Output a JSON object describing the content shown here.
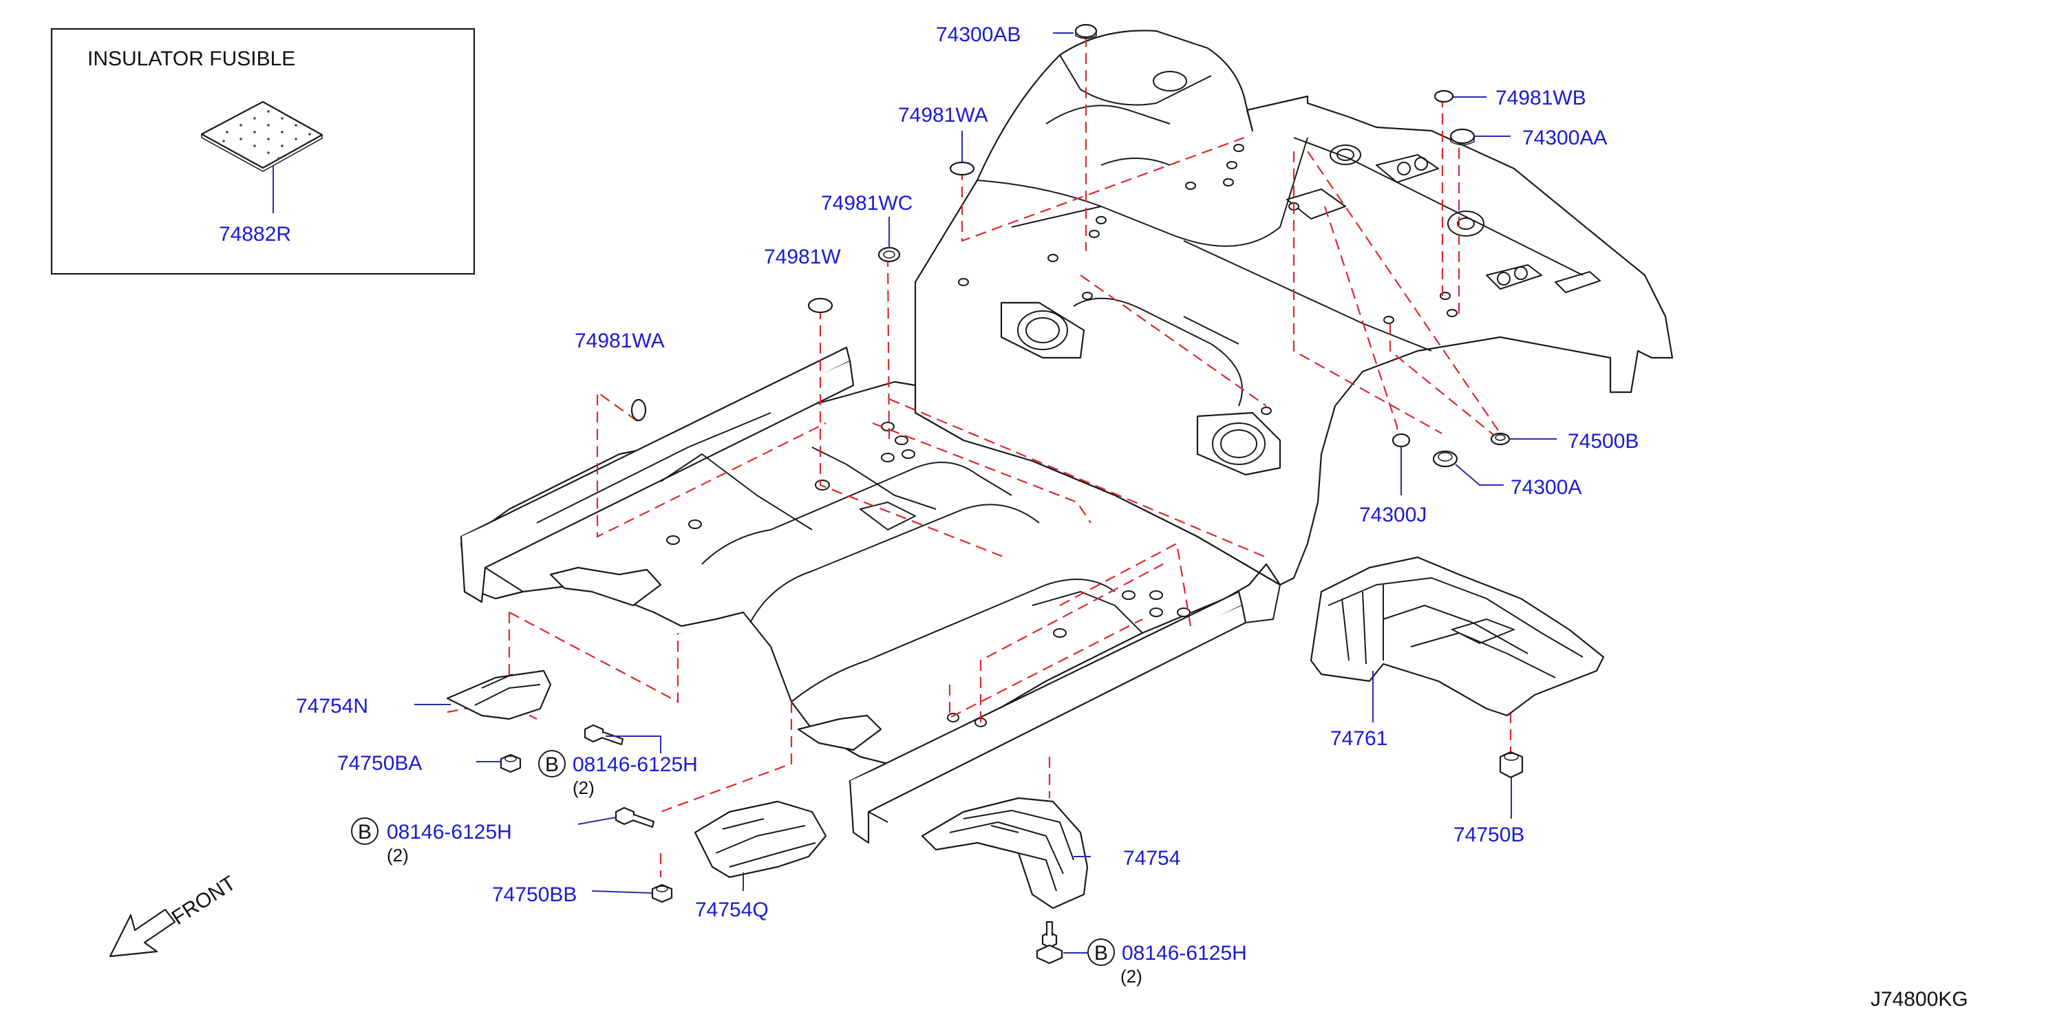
{
  "inset": {
    "title": "INSULATOR   FUSIBLE",
    "part": "74882R"
  },
  "labels": {
    "p74300AB": "74300AB",
    "p74981WB": "74981WB",
    "p74300AA": "74300AA",
    "p74981WA_top": "74981WA",
    "p74981WC": "74981WC",
    "p74981W": "74981W",
    "p74981WA_left": "74981WA",
    "p74500B": "74500B",
    "p74300A": "74300A",
    "p74300J": "74300J",
    "p74754N": "74754N",
    "p74750BA": "74750BA",
    "bolt1": "08146-6125H",
    "bolt1_qty": "(2)",
    "bolt2": "08146-6125H",
    "bolt2_qty": "(2)",
    "p74750BB": "74750BB",
    "p74754Q": "74754Q",
    "p74754": "74754",
    "bolt3": "08146-6125H",
    "bolt3_qty": "(2)",
    "p74761": "74761",
    "p74750B": "74750B"
  },
  "circle_marker": "B",
  "front_label": "FRONT",
  "diagram_code": "J74800KG",
  "colors": {
    "label": "#1a1ad6",
    "dash": "#e0282c",
    "ink": "#1a1a1a"
  }
}
